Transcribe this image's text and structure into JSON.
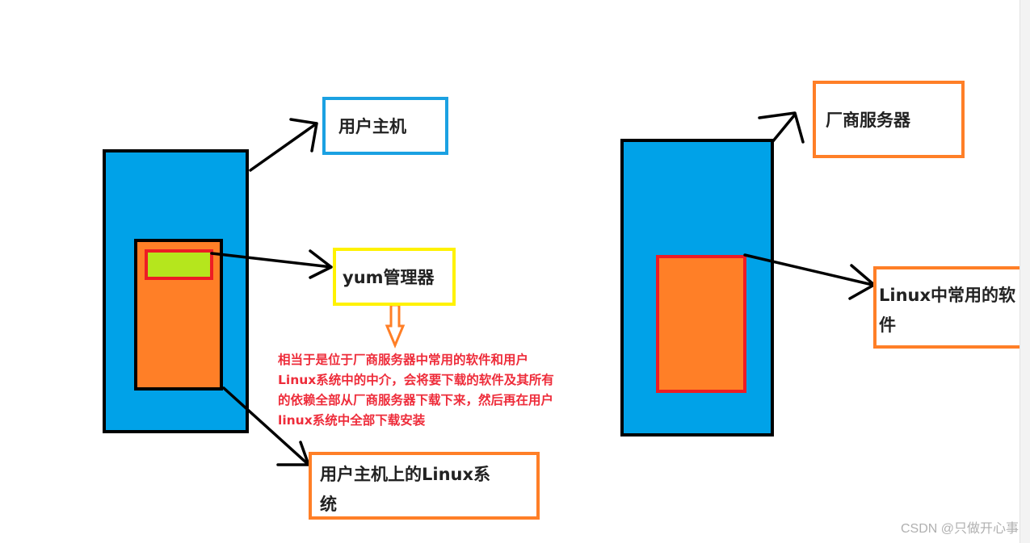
{
  "labels": {
    "user_host": "用户主机",
    "yum_manager": "yum管理器",
    "user_linux_line1": "用户主机上的Linux系",
    "user_linux_line2": "统",
    "vendor_server": "厂商服务器",
    "linux_software_line1": "Linux中常用的软",
    "linux_software_line2": "件"
  },
  "note": {
    "line1": "相当于是位于厂商服务器中常用的软件和用户",
    "line2": "Linux系统中的中介，会将要下载的软件及其所有",
    "line3": "的依赖全部从厂商服务器下载下来，然后再在用户",
    "line4": "linux系统中全部下载安装"
  },
  "watermark": "CSDN @只做开心事",
  "colors": {
    "blue_fill": "#00a2e8",
    "orange_fill": "#ff7f27",
    "green_fill": "#b5e61d",
    "red_border": "#ed1c24",
    "blue_border": "#1ba1e2",
    "yellow_border": "#fff200",
    "orange_border": "#ff7f27",
    "note_text": "#ee2c3a",
    "black": "#000000"
  }
}
